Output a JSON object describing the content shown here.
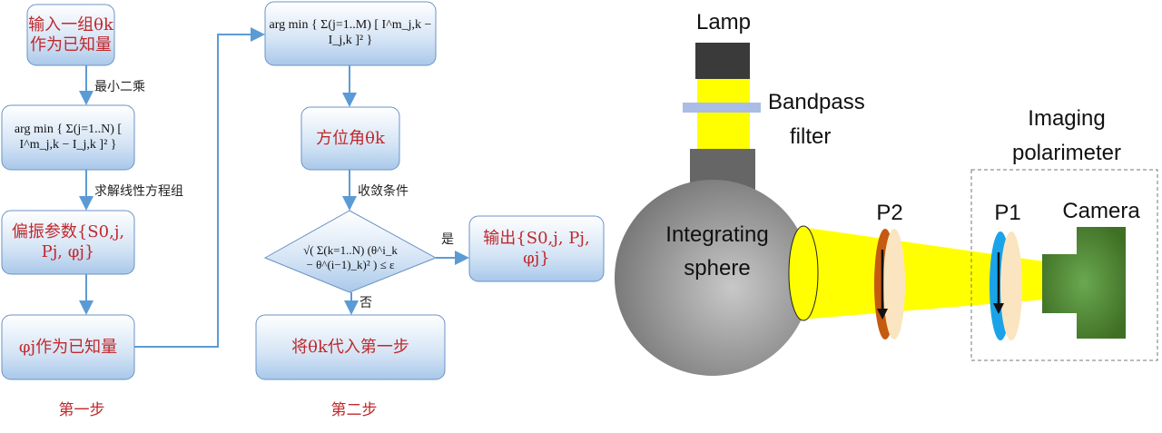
{
  "flowchart": {
    "step1": {
      "box_input": [
        "输入一组θk",
        "作为已知量"
      ],
      "edge_least_squares": "最小二乘",
      "box_argmin_n": "arg min { Σ(j=1..N) [ I^m_j,k − I_j,k ]² }",
      "edge_solve_linear": "求解线性方程组",
      "box_polarization_params": "偏振参数{S0,j, Pj, φj}",
      "box_phi_known": "φj作为已知量",
      "step_label": "第一步"
    },
    "step2": {
      "box_argmin_m": "arg min { Σ(j=1..M) [ I^m_j,k − I_j,k ]² }",
      "box_azimuth": "方位角θk",
      "edge_convergence": "收敛条件",
      "decision": "√( Σ(k=1..N) (θ^i_k − θ^(i−1)_k)² ) ≤ ε",
      "edge_yes": "是",
      "box_output": "输出{S0,j, Pj, φj}",
      "edge_no": "否",
      "box_substitute": "将θk代入第一步",
      "step_label": "第二步"
    }
  },
  "setup": {
    "lamp": "Lamp",
    "bandpass": [
      "Bandpass",
      "filter"
    ],
    "sphere": [
      "Integrating",
      "sphere"
    ],
    "p2": "P2",
    "p1": "P1",
    "camera": "Camera",
    "imaging": [
      "Imaging",
      "polarimeter"
    ]
  },
  "colors": {
    "box_border": "#6b93c4",
    "arrow": "#5b9bd5",
    "red_text": "#c0282c",
    "beam": "#ffff00",
    "p2": "#c55a11",
    "p1": "#1aa3e8",
    "camera": "#548235"
  }
}
